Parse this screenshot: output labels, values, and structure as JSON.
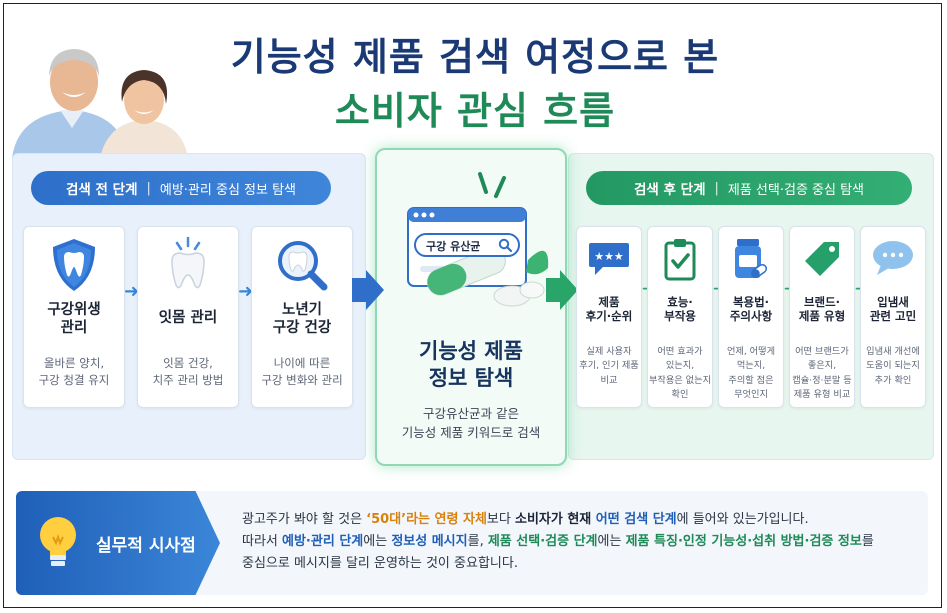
{
  "title": {
    "line1": "기능성 제품 검색 여정으로 본",
    "line2": "소비자 관심 흐름"
  },
  "before_stage": {
    "label": "검색 전 단계",
    "separator": "|",
    "sub": "예방·관리 중심 정보 탐색",
    "cards": [
      {
        "title": "구강위생\n관리",
        "desc": "올바른 양치,\n구강 청결 유지",
        "icon": "shield-tooth-icon"
      },
      {
        "title": "잇몸 관리",
        "desc": "잇몸 건강,\n치주 관리 방법",
        "icon": "tooth-icon"
      },
      {
        "title": "노년기\n구강 건강",
        "desc": "나이에 따른\n구강 변화와 관리",
        "icon": "magnifier-tooth-icon"
      }
    ]
  },
  "center": {
    "search_value": "구강 유산균",
    "title": "기능성 제품\n정보 탐색",
    "desc": "구강유산균과 같은\n기능성 제품 키워드로 검색",
    "icon": "browser-search-pill-icon"
  },
  "after_stage": {
    "label": "검색 후 단계",
    "separator": "|",
    "sub": "제품 선택·검증 중심 탐색",
    "cards": [
      {
        "title": "제품\n후기·순위",
        "desc": "실제 사용자\n후기, 인기 제품\n비교",
        "icon": "chat-stars-icon"
      },
      {
        "title": "효능·\n부작용",
        "desc": "어떤 효과가\n있는지,\n부작용은 없는지\n확인",
        "icon": "clipboard-check-icon"
      },
      {
        "title": "복용법·\n주의사항",
        "desc": "언제, 어떻게\n먹는지,\n주의할 점은\n무엇인지",
        "icon": "pill-bottle-icon"
      },
      {
        "title": "브랜드·\n제품 유형",
        "desc": "어떤 브랜드가\n좋은지,\n캡슐·정·분말 등\n제품 유형 비교",
        "icon": "tag-icon"
      },
      {
        "title": "입냄새\n관련 고민",
        "desc": "입냄새 개선에\n도움이 되는지\n추가 확인",
        "icon": "speech-bubble-icon"
      }
    ]
  },
  "insight": {
    "label": "실무적 시사점",
    "icon": "lightbulb-icon",
    "l1_a": "광고주가 봐야 할 것은 ",
    "l1_b": "‘50대’라는 연령 자체",
    "l1_c": "보다 ",
    "l1_d": "소비자가 현재 ",
    "l1_e": "어떤 검색 단계",
    "l1_f": "에 들어와 있는가입니다.",
    "l2_a": "따라서 ",
    "l2_b": "예방·관리 단계",
    "l2_c": "에는 ",
    "l2_d": "정보성 메시지",
    "l2_e": "를, ",
    "l2_f": "제품 선택·검증 단계",
    "l2_g": "에는 ",
    "l2_h": "제품 특징·인정 기능성·섭취 방법·검증 정보",
    "l2_i": "를",
    "l3": "중심으로 메시지를 달리 운영하는 것이 중요합니다."
  },
  "colors": {
    "blue": "#2d6fc9",
    "green": "#239863",
    "navy": "#1b3a75",
    "orange": "#d7820d"
  }
}
